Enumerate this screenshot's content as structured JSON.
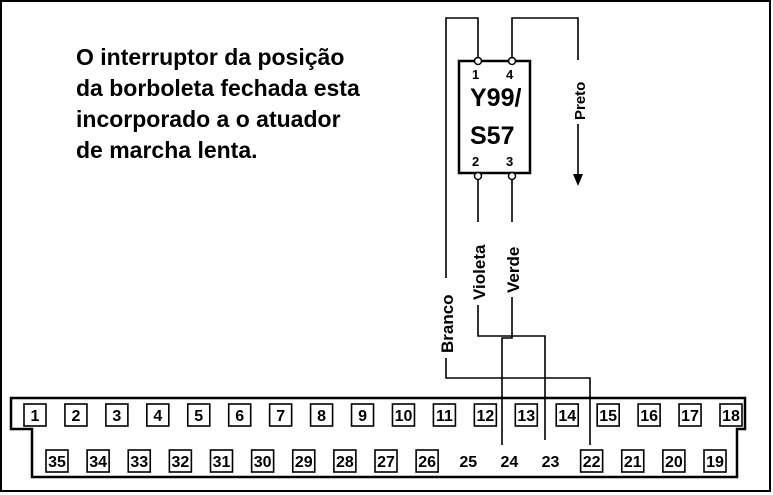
{
  "description": [
    "O interruptor da posição",
    "da borboleta fechada esta",
    "incorporado a o atuador",
    "de marcha lenta."
  ],
  "component": {
    "line1": "Y99/",
    "line2": "S57",
    "pins_top": [
      "1",
      "4"
    ],
    "pins_bottom": [
      "2",
      "3"
    ]
  },
  "wires": {
    "preto": "Preto",
    "violeta": "Violeta",
    "verde": "Verde",
    "branco": "Branco"
  },
  "connector": {
    "top_row": [
      "1",
      "2",
      "3",
      "4",
      "5",
      "6",
      "7",
      "8",
      "9",
      "10",
      "11",
      "12",
      "13",
      "14",
      "15",
      "16",
      "17",
      "18"
    ],
    "bottom_row": [
      "35",
      "34",
      "33",
      "32",
      "31",
      "30",
      "29",
      "28",
      "27",
      "26",
      "25",
      "24",
      "23",
      "22",
      "21",
      "20",
      "19"
    ],
    "unboxed_pins": [
      "25",
      "24",
      "23"
    ]
  },
  "colors": {
    "ink": "#000000",
    "background": "#ffffff"
  }
}
